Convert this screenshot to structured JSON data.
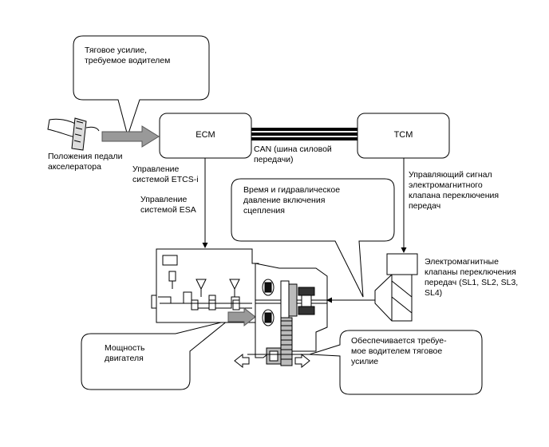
{
  "callouts": {
    "driver_force": "Тяговое усилие,\nтребуемое водителем",
    "clutch_pressure": "Время и гидравлическое\nдавление включения\nсцепления",
    "engine_power": "Мощность\nдвигателя",
    "provided_force": "Обеспечивается требуе-\nмое водителем тяговое\nусилие"
  },
  "blocks": {
    "ecm": "ECM",
    "tcm": "TCM"
  },
  "labels": {
    "pedal": "Положения педали\nакселератора",
    "can": "CAN (шина силовой\nпередачи)",
    "etcs": "Управление\nсистемой ETCS-i",
    "esa": "Управление\nсистемой ESA",
    "shift_signal": "Управляющий сигнал\nэлектромагнитного\nклапана переключения\nпередач",
    "solenoids": "Электромагнитные\nклапаны переключения\nпередач (SL1, SL2, SL3,\nSL4)"
  }
}
